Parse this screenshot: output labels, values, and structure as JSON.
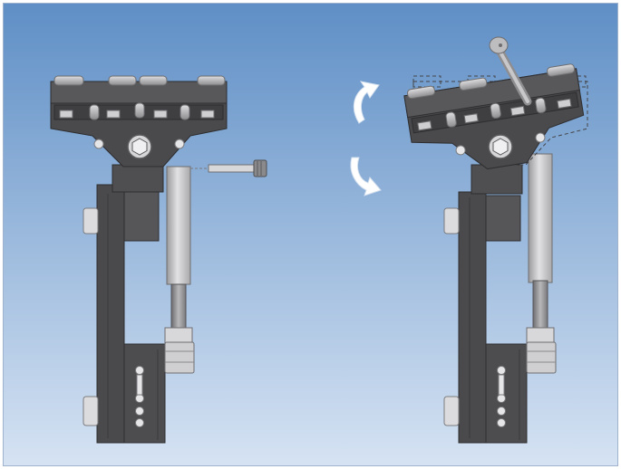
{
  "title": "",
  "views": [
    {
      "id": "left",
      "state": "mounted",
      "parts": [
        "clamp-head",
        "pivot-bolt",
        "locking-screw",
        "gas-strut",
        "column",
        "foot-plate"
      ]
    },
    {
      "id": "right",
      "state": "tilted",
      "parts": [
        "clamp-head",
        "pivot-bolt",
        "release-lever",
        "gas-strut",
        "column",
        "foot-plate"
      ]
    }
  ],
  "arrows": [
    {
      "name": "rotate-up-arrow",
      "direction": "counterclockwise-up"
    },
    {
      "name": "rotate-down-arrow",
      "direction": "clockwise-down"
    }
  ],
  "colors": {
    "bg_top": "#5f8fc6",
    "bg_bottom": "#d6e3f3",
    "metal_dark": "#4a4a4d",
    "metal_mid": "#5e5e61",
    "metal_light": "#cfcfd1",
    "arrow": "#ffffff"
  }
}
